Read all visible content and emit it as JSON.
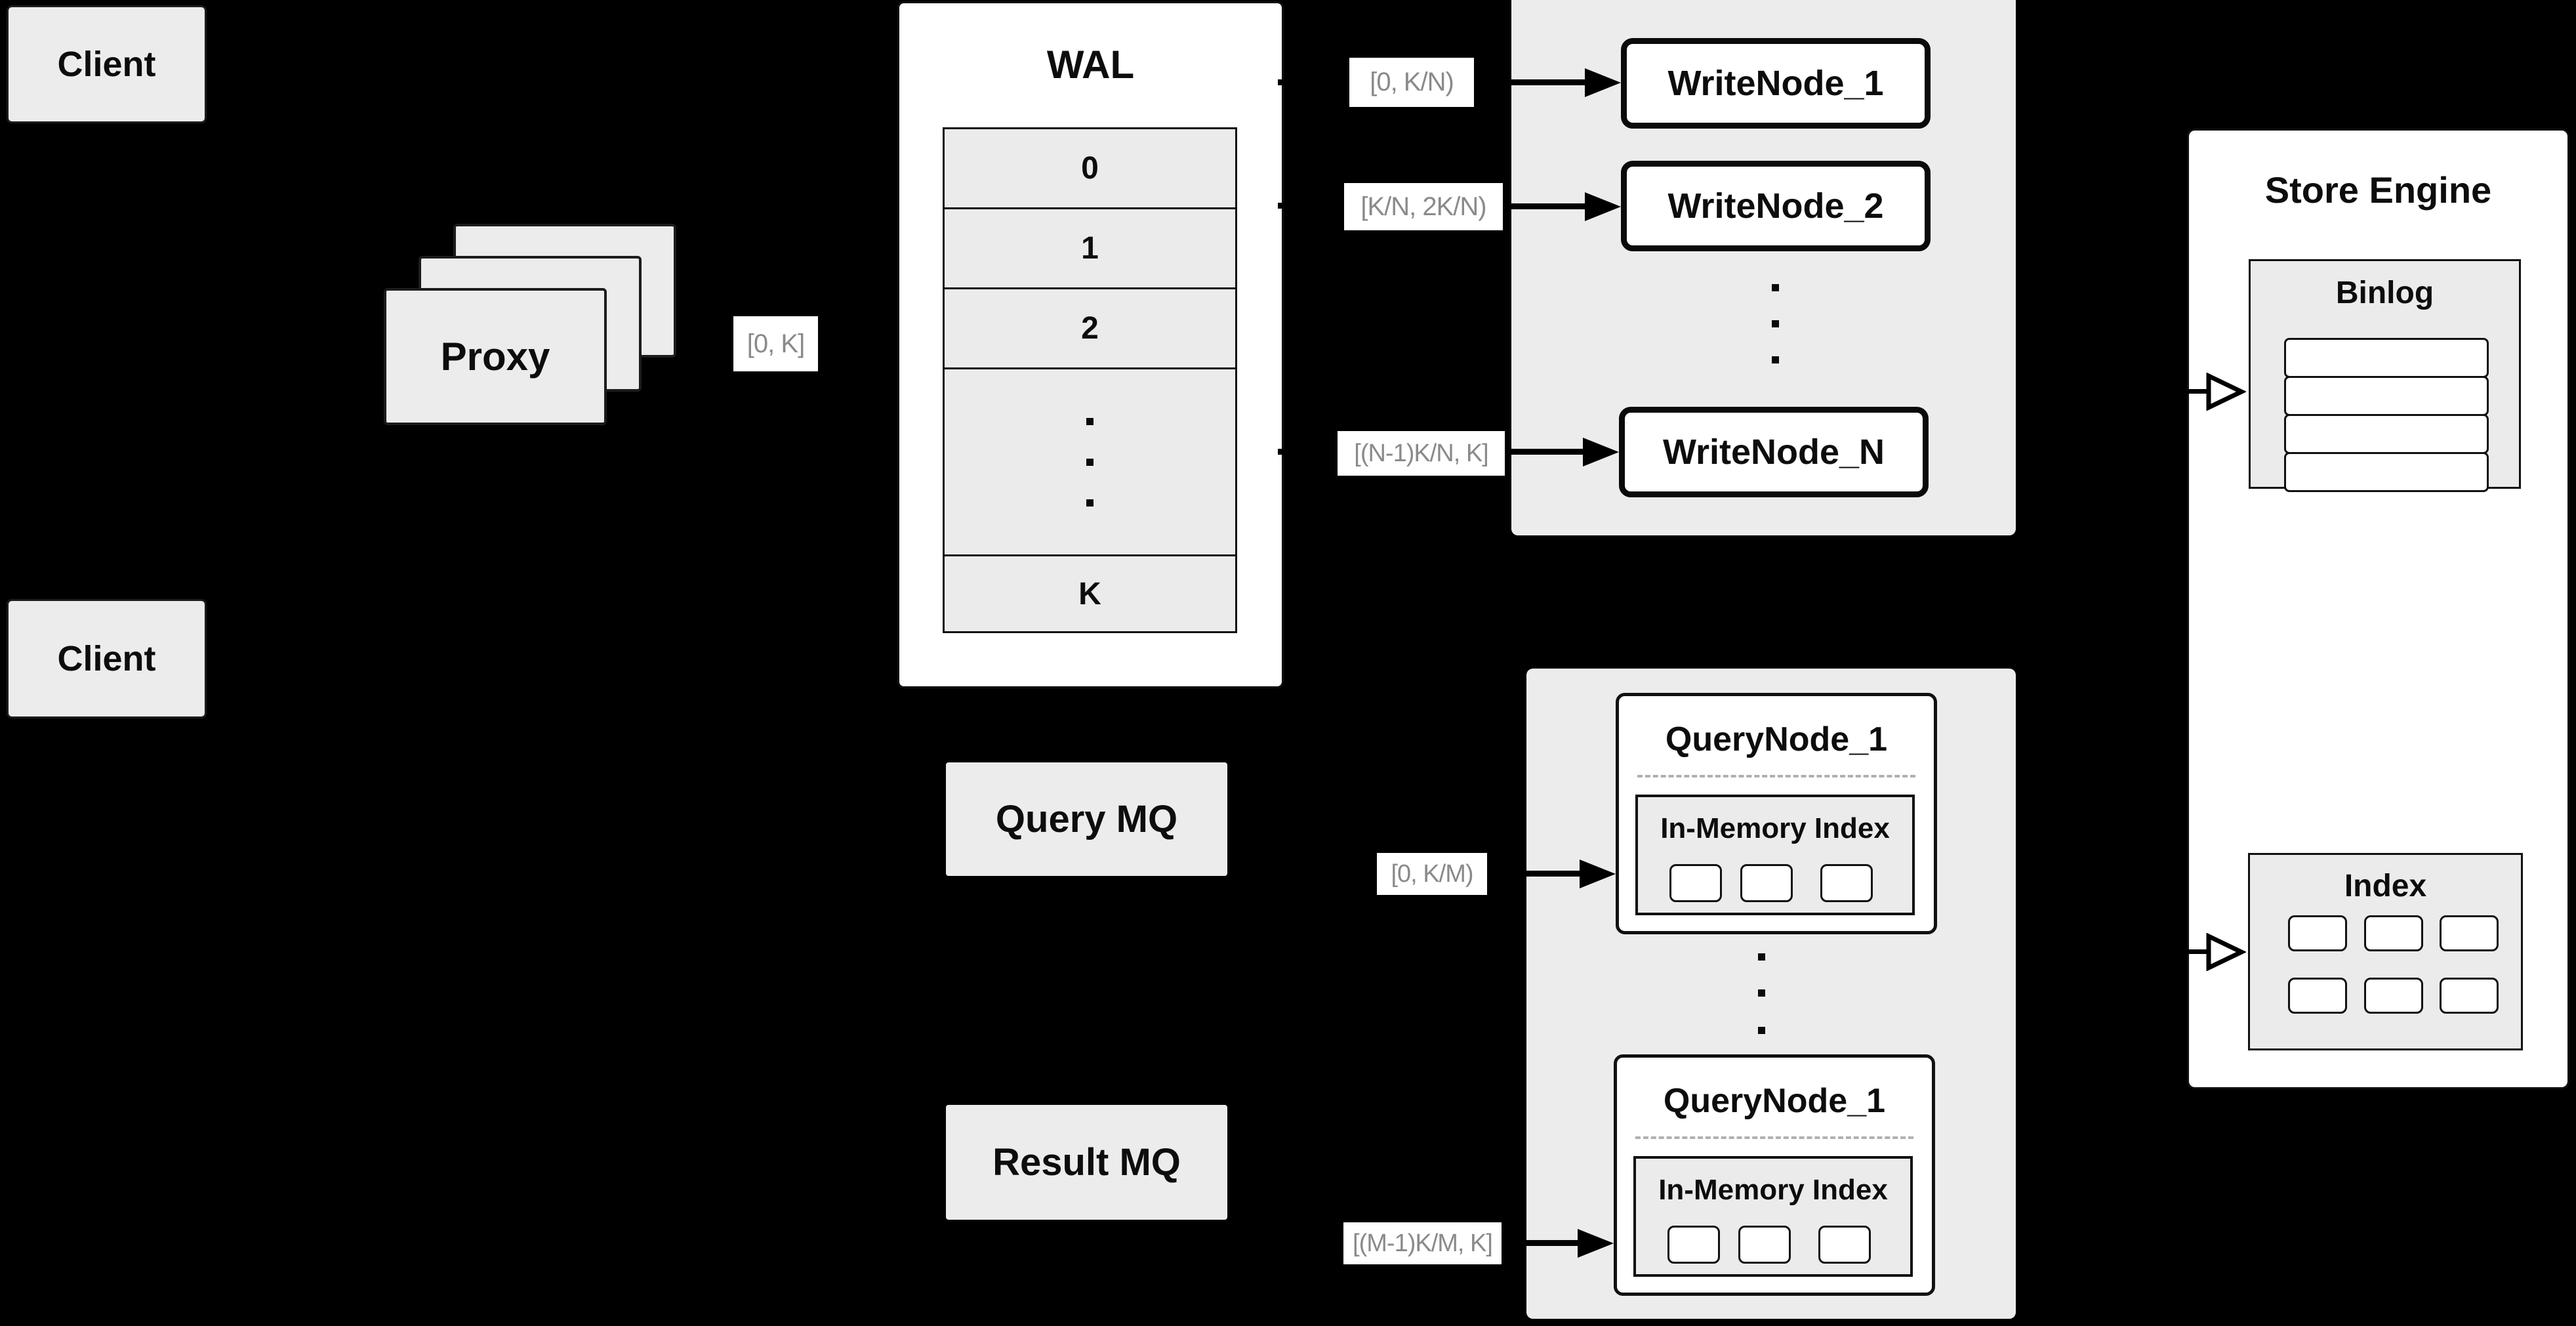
{
  "diagram_title": "Distributed write/query architecture with WAL, WriteNodes, QueryNodes and Store Engine",
  "clients": {
    "top_label": "Client",
    "bottom_label": "Client"
  },
  "proxy": {
    "label": "Proxy"
  },
  "range_labels": {
    "proxy_to_wal": "[0, K]",
    "write_1": "[0, K/N)",
    "write_2": "[K/N, 2K/N)",
    "write_n": "[(N-1)K/N, K]",
    "query_1": "[0, K/M)",
    "query_m": "[(M-1)K/M, K]"
  },
  "wal": {
    "title": "WAL",
    "rows": [
      "0",
      "1",
      "2",
      "K"
    ],
    "ellipsis": "vertical-dots"
  },
  "write_group": {
    "node1_label": "WriteNode_1",
    "node2_label": "WriteNode_2",
    "nodeN_label": "WriteNode_N",
    "ellipsis": "vertical-dots"
  },
  "mq": {
    "query_label": "Query MQ",
    "result_label": "Result MQ"
  },
  "query_group": {
    "node1_title": "QueryNode_1",
    "node2_title": "QueryNode_1",
    "node1_inmem_label": "In-Memory Index",
    "node2_inmem_label": "In-Memory Index",
    "inmem_cells_per_node": 3,
    "ellipsis": "vertical-dots"
  },
  "store_engine": {
    "title": "Store Engine",
    "binlog_title": "Binlog",
    "binlog_row_count": 4,
    "index_title": "Index",
    "index_cell_count": 6
  },
  "icons": {
    "solid_arrow": "filled-right-arrowhead",
    "hollow_arrow": "outline-right-arrowhead"
  },
  "colors": {
    "background": "#000000",
    "box_gray": "#ececec",
    "row_gray": "#ebebeb",
    "white": "#ffffff",
    "line_black": "#0a0a0a",
    "range_text_gray": "#8a8a8a",
    "dashed_divider": "#b0b0b0"
  }
}
